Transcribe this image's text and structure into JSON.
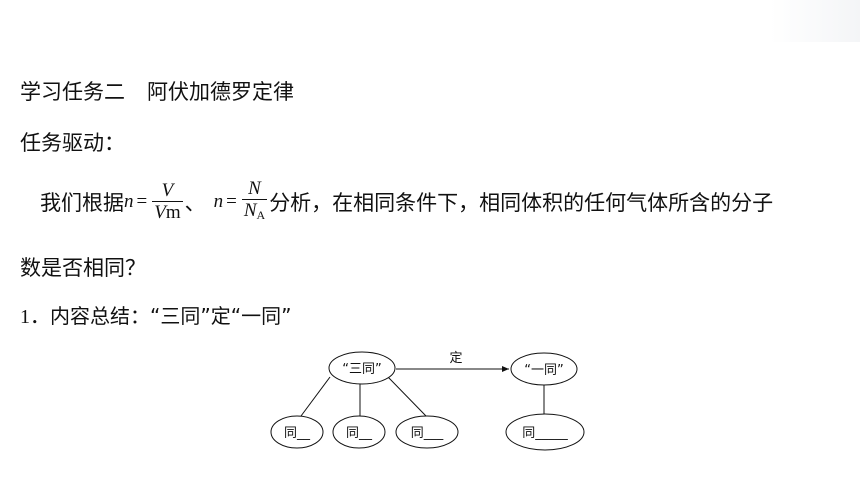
{
  "heading": {
    "task": "学习任务二",
    "topic": "阿伏加德罗定律"
  },
  "drive_label": "任务驱动：",
  "paragraph": {
    "lead": "我们根据",
    "f1_lhs": "n",
    "f1_eq": "=",
    "f1_num": "V",
    "f1_den_var": "V",
    "f1_den_sub": "m",
    "sep": "、",
    "f2_lhs": "n",
    "f2_eq": "=",
    "f2_num": "N",
    "f2_den_var": "N",
    "f2_den_sub": "A",
    "tail": "分析，在相同条件下，相同体积的任何气体所含的分子",
    "continuation": "数是否相同？"
  },
  "summary": {
    "number": "1",
    "text": "．内容总结：“三同”定“一同”"
  },
  "diagram": {
    "left_node": "“三同”",
    "right_node": "“一同”",
    "arrow_label": "定",
    "leaf_1": "同__",
    "leaf_2": "同__",
    "leaf_3": "同___",
    "leaf_4": "同_____"
  }
}
